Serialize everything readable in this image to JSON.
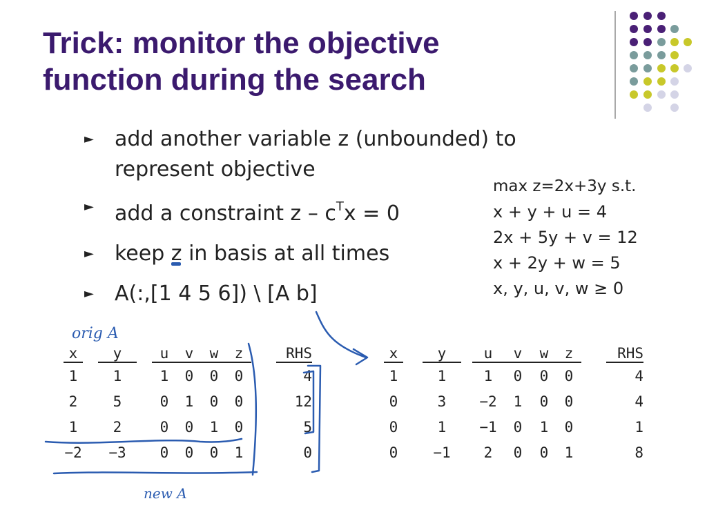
{
  "slide": {
    "title_lines": [
      "Trick: monitor the objective",
      "function during the search"
    ],
    "bullets": {
      "b1": "add another variable z (unbounded) to represent objective",
      "b2_pre": "add a constraint z – c",
      "b2_sup": "T",
      "b2_post": "x = 0",
      "b3": "keep z in basis at all times",
      "b4": "A(:,[1 4 5 6]) \\ [A b]"
    },
    "lp": {
      "lines": [
        "max z=2x+3y s.t.",
        "x + y + u = 4",
        "2x + 5y + v = 12",
        "x + 2y + w = 5",
        "x, y, u, v, w ≥ 0"
      ]
    },
    "annotations": {
      "orig": "orig A",
      "new": "new A"
    },
    "colors": {
      "title": "#3b1a6e",
      "ink": "#2a5bb0",
      "dot_purple": "#4a2076",
      "dot_teal": "#7a9c9c",
      "dot_yellow": "#c8c82a",
      "dot_lavender": "#d4d4e6"
    },
    "left_table": {
      "headers": [
        "x",
        "y",
        "u",
        "v",
        "w",
        "z",
        "RHS"
      ],
      "rows": [
        [
          "1",
          "1",
          "1",
          "0",
          "0",
          "0",
          "4"
        ],
        [
          "2",
          "5",
          "0",
          "1",
          "0",
          "0",
          "12"
        ],
        [
          "1",
          "2",
          "0",
          "0",
          "1",
          "0",
          "5"
        ],
        [
          "−2",
          "−3",
          "0",
          "0",
          "0",
          "1",
          "0"
        ]
      ]
    },
    "right_table": {
      "headers": [
        "x",
        "y",
        "u",
        "v",
        "w",
        "z",
        "RHS"
      ],
      "rows": [
        [
          "1",
          "1",
          "1",
          "0",
          "0",
          "0",
          "4"
        ],
        [
          "0",
          "3",
          "−2",
          "1",
          "0",
          "0",
          "4"
        ],
        [
          "0",
          "1",
          "−1",
          "0",
          "1",
          "0",
          "1"
        ],
        [
          "0",
          "−1",
          "2",
          "0",
          "0",
          "1",
          "8"
        ]
      ]
    }
  }
}
